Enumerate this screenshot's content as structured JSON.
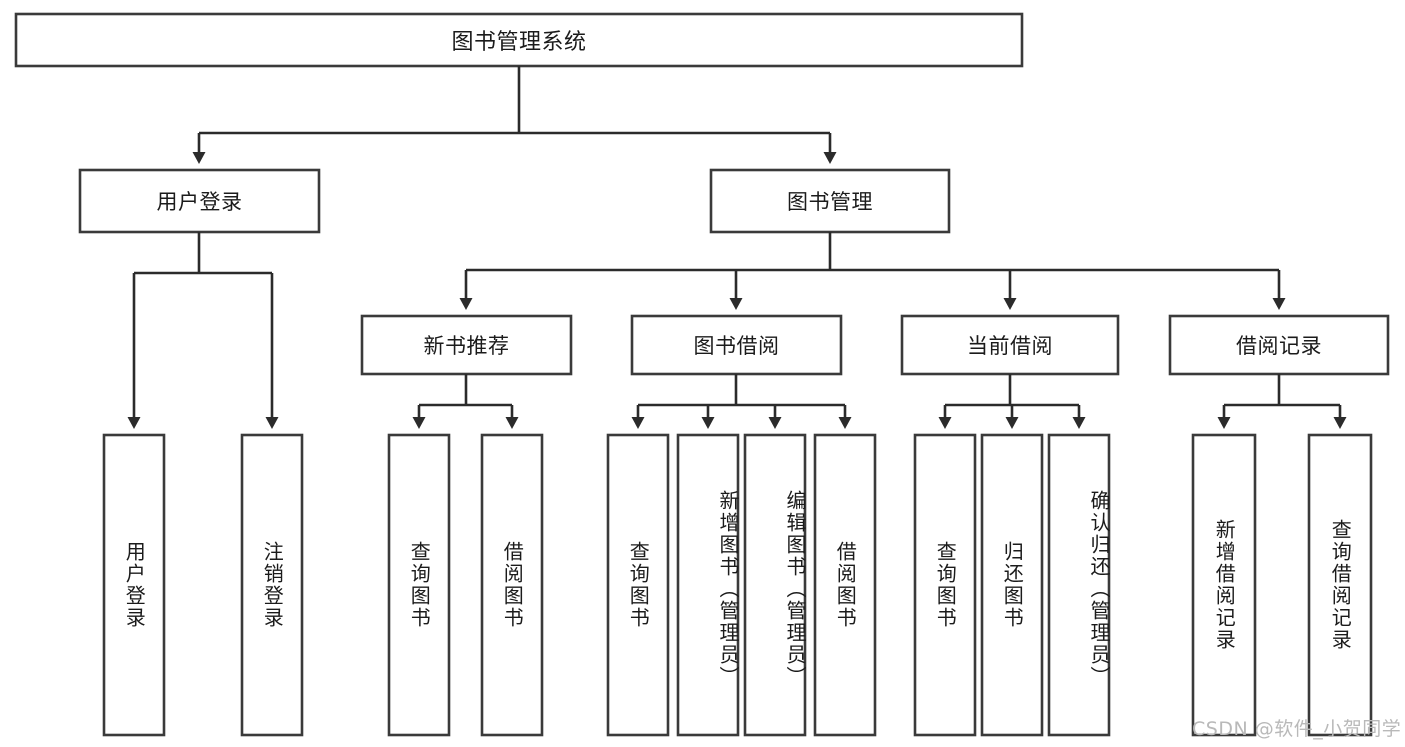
{
  "diagram": {
    "title": "图书管理系统",
    "watermark": "CSDN @软件_小贺同学",
    "colors": {
      "box_stroke": "#3a3a3a",
      "connector": "#2b2b2b",
      "background": "#ffffff",
      "text": "#1b1b1b",
      "watermark": "#b9b9b9"
    },
    "nodes": {
      "root": "图书管理系统",
      "level2": {
        "user_login": "用户登录",
        "book_manage": "图书管理"
      },
      "level3": {
        "new_book_recommend": "新书推荐",
        "book_borrow": "图书借阅",
        "current_borrow": "当前借阅",
        "borrow_record": "借阅记录"
      },
      "leaves": {
        "user_login_1": "用户登录",
        "user_login_2": "注销登录",
        "recommend_1": "查询图书",
        "recommend_2": "借阅图书",
        "borrow_1": "查询图书",
        "borrow_2": "新增图书（管理员）",
        "borrow_3": "编辑图书（管理员）",
        "borrow_4": "借阅图书",
        "current_1": "查询图书",
        "current_2": "归还图书",
        "current_3": "确认归还（管理员）",
        "record_1": "新增借阅记录",
        "record_2": "查询借阅记录"
      }
    }
  }
}
